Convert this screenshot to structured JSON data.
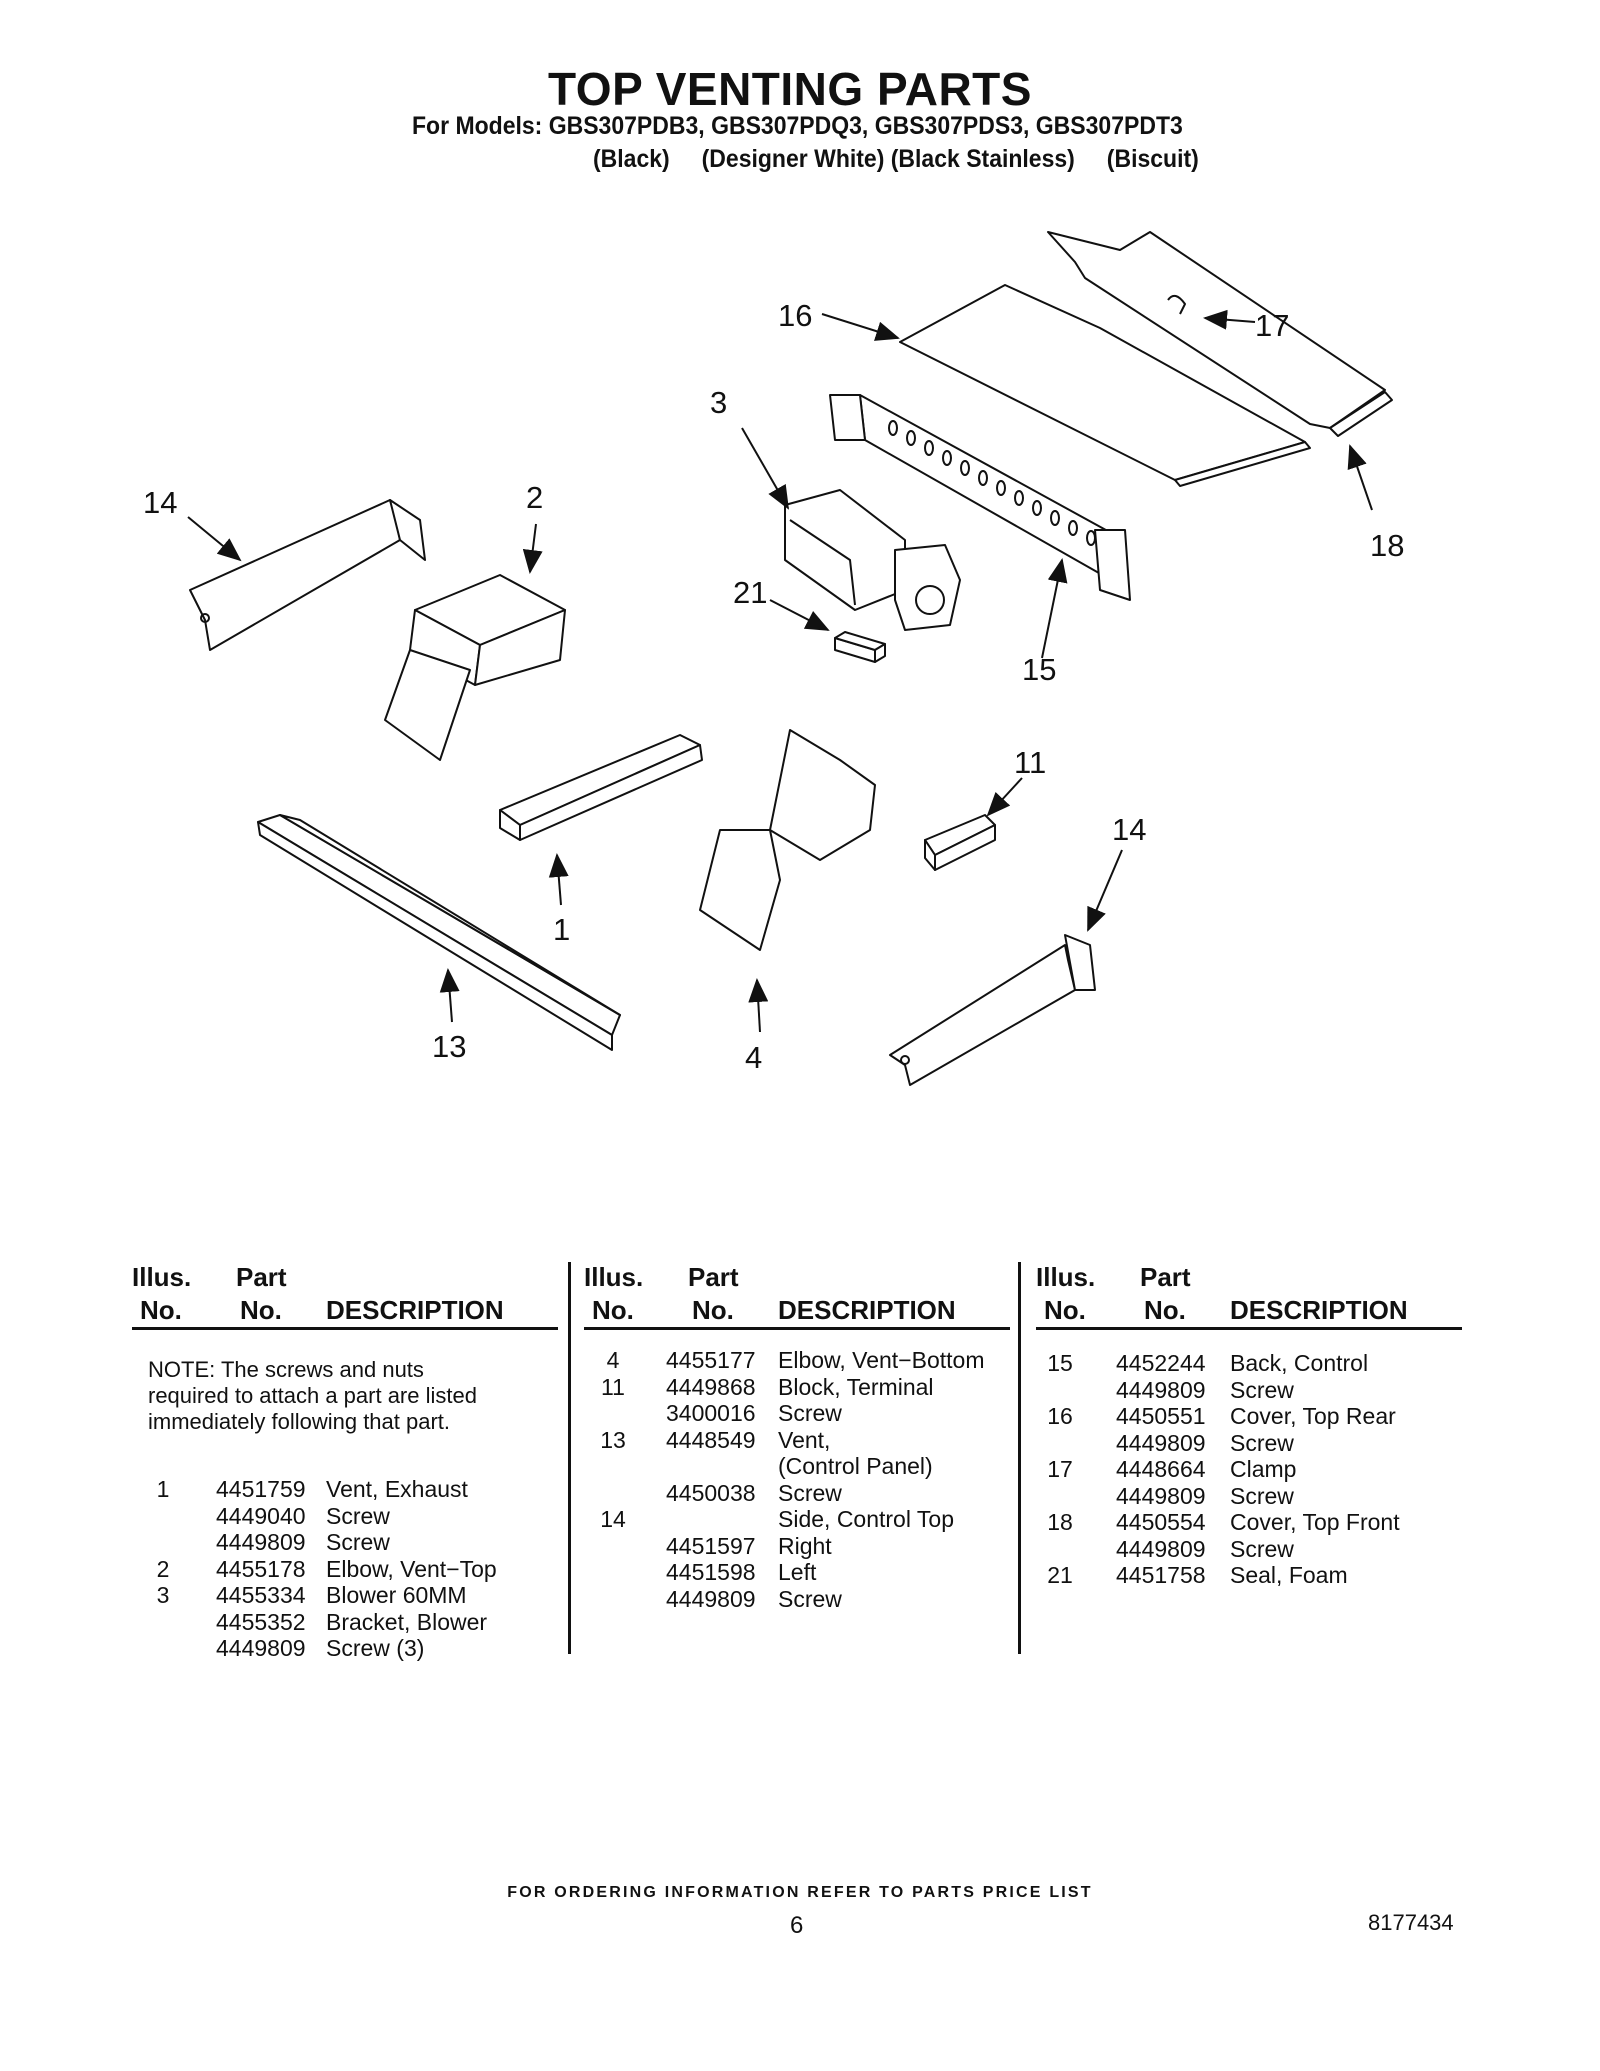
{
  "header": {
    "title": "TOP VENTING PARTS",
    "models": "For Models: GBS307PDB3, GBS307PDQ3, GBS307PDS3, GBS307PDT3",
    "colors": "(Black)     (Designer White) (Black Stainless)     (Biscuit)"
  },
  "callouts": {
    "c1": "1",
    "c2": "2",
    "c3": "3",
    "c4": "4",
    "c11": "11",
    "c13": "13",
    "c14a": "14",
    "c14b": "14",
    "c15": "15",
    "c16": "16",
    "c17": "17",
    "c18": "18",
    "c21": "21"
  },
  "table": {
    "headers": {
      "illus": "Illus.",
      "part": "Part",
      "no": "No.",
      "description": "DESCRIPTION"
    },
    "note": "NOTE: The screws and nuts required to attach a part are listed immediately following that part.",
    "col1": [
      {
        "illus": "1",
        "part": "4451759",
        "desc": "Vent, Exhaust"
      },
      {
        "illus": "",
        "part": "4449040",
        "desc": "Screw"
      },
      {
        "illus": "",
        "part": "4449809",
        "desc": "Screw"
      },
      {
        "illus": "2",
        "part": "4455178",
        "desc": "Elbow, Vent−Top"
      },
      {
        "illus": "3",
        "part": "4455334",
        "desc": "Blower 60MM"
      },
      {
        "illus": "",
        "part": "4455352",
        "desc": "Bracket, Blower"
      },
      {
        "illus": "",
        "part": "4449809",
        "desc": "Screw (3)"
      }
    ],
    "col2": [
      {
        "illus": "4",
        "part": "4455177",
        "desc": "Elbow, Vent−Bottom"
      },
      {
        "illus": "11",
        "part": "4449868",
        "desc": "Block, Terminal"
      },
      {
        "illus": "",
        "part": "3400016",
        "desc": "Screw"
      },
      {
        "illus": "13",
        "part": "4448549",
        "desc": "Vent,"
      },
      {
        "illus": "",
        "part": "",
        "desc": "(Control Panel)"
      },
      {
        "illus": "",
        "part": "4450038",
        "desc": "Screw"
      },
      {
        "illus": "14",
        "part": "",
        "desc": "Side, Control Top"
      },
      {
        "illus": "",
        "part": "4451597",
        "desc": "Right"
      },
      {
        "illus": "",
        "part": "4451598",
        "desc": "Left"
      },
      {
        "illus": "",
        "part": "4449809",
        "desc": "Screw"
      }
    ],
    "col3": [
      {
        "illus": "15",
        "part": "4452244",
        "desc": "Back, Control"
      },
      {
        "illus": "",
        "part": "4449809",
        "desc": "Screw"
      },
      {
        "illus": "16",
        "part": "4450551",
        "desc": "Cover, Top Rear"
      },
      {
        "illus": "",
        "part": "4449809",
        "desc": "Screw"
      },
      {
        "illus": "17",
        "part": "4448664",
        "desc": "Clamp"
      },
      {
        "illus": "",
        "part": "4449809",
        "desc": "Screw"
      },
      {
        "illus": "18",
        "part": "4450554",
        "desc": "Cover, Top Front"
      },
      {
        "illus": "",
        "part": "4449809",
        "desc": "Screw"
      },
      {
        "illus": "21",
        "part": "4451758",
        "desc": "Seal, Foam"
      }
    ]
  },
  "footer": {
    "ordering": "FOR ORDERING INFORMATION REFER TO PARTS PRICE LIST",
    "page": "6",
    "doc_number": "8177434"
  }
}
